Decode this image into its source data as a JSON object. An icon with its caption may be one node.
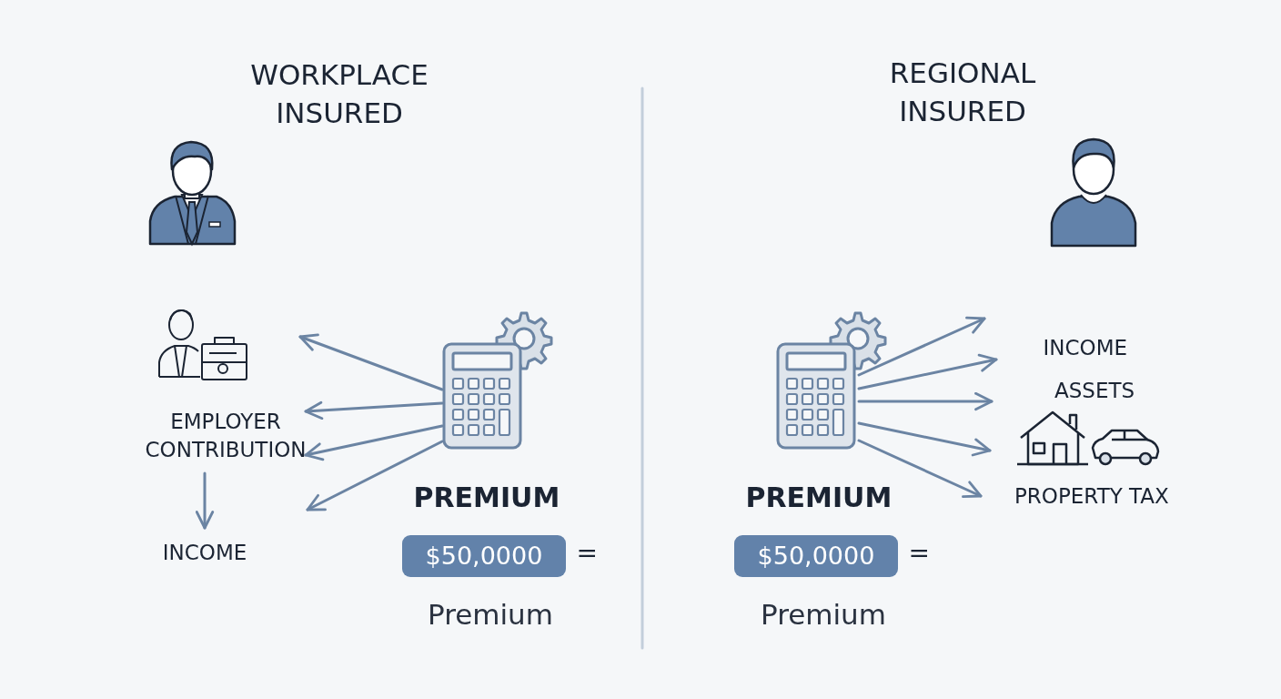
{
  "diagram": {
    "nodes": [
      {
        "text": [],
        "shape": "picture"
      },
      {
        "text": [
          "EMPLOYER CONTRIBUTION"
        ]
      },
      {
        "text": [
          "INCOME"
        ]
      },
      {
        "text": [],
        "shape": "picture"
      }
    ],
    "edges": [
      {
        "from": 0,
        "to": null,
        "arrow": "to"
      },
      {
        "from": 0,
        "to": 1,
        "arrow": "to"
      },
      {
        "from": 0,
        "to": 1,
        "arrow": "to"
      },
      {
        "from": 0,
        "to": null,
        "arrow": "to"
      },
      {
        "from": 1,
        "to": 2,
        "arrow": "to"
      },
      {
        "from": 3,
        "to": null,
        "arrow": "to"
      },
      {
        "from": 3,
        "to": null,
        "arrow": "to"
      },
      {
        "from": 3,
        "to": null,
        "arrow": "to"
      },
      {
        "from": 3,
        "to": null,
        "arrow": "to"
      },
      {
        "from": 3,
        "to": null,
        "arrow": "to"
      }
    ],
    "labels": [
      "WORKPLACE INSURED",
      "REGIONAL INSURED",
      "PREMIUM",
      "$50,0000",
      "=",
      "Premium",
      "INCOME",
      "ASSETS",
      "PROPERTY TAX",
      "PREMIUM",
      "$50,0000",
      "=",
      "Premium"
    ]
  }
}
